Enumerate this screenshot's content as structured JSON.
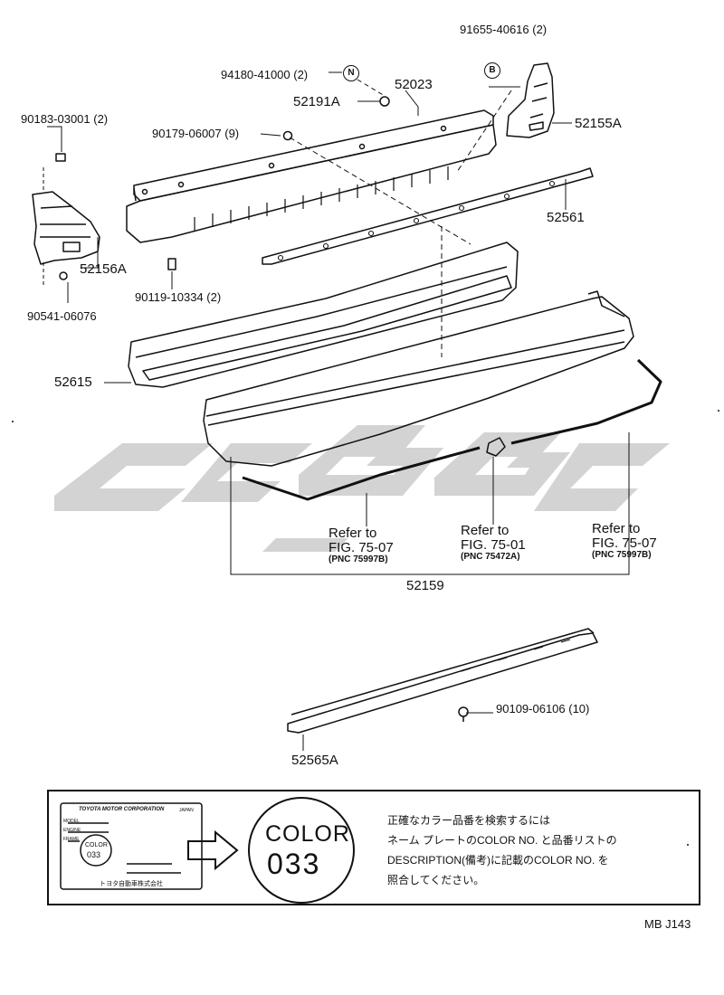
{
  "parts": {
    "p91655": "91655-40616 (2)",
    "p94180": "94180-41000 (2)",
    "p52023": "52023",
    "p52191A": "52191A",
    "p90183": "90183-03001 (2)",
    "p90179": "90179-06007 (9)",
    "p52155A": "52155A",
    "p52561": "52561",
    "p52156A": "52156A",
    "p90119": "90119-10334 (2)",
    "p90541": "90541-06076",
    "p52615": "52615",
    "p52159": "52159",
    "p90109": "90109-06106 (10)",
    "p52565A": "52565A"
  },
  "callouts": {
    "n": "N",
    "b": "B"
  },
  "refs": [
    {
      "l1": "Refer to",
      "l2": "FIG. 75-07",
      "l3": "(PNC 75997B)"
    },
    {
      "l1": "Refer to",
      "l2": "FIG. 75-01",
      "l3": "(PNC 75472A)"
    },
    {
      "l1": "Refer to",
      "l2": "FIG. 75-07",
      "l3": "(PNC 75997B)"
    }
  ],
  "color_plate": {
    "maker": "TOYOTA MOTOR CORPORATION",
    "country": "JAPAN",
    "field_model": "MODEL",
    "field_engine": "ENGINE",
    "field_frame": "FRAME",
    "plate_color_word": "COLOR",
    "plate_color_code": "033",
    "company_jp": "トヨタ自動車株式会社",
    "big_color_word": "COLOR",
    "big_color_code": "033"
  },
  "note": {
    "line1": "正確なカラー品番を検索するには",
    "line2": "ネーム プレートのCOLOR NO. と品番リストの",
    "line3": "DESCRIPTION(備考)に記載のCOLOR NO. を",
    "line4": "照合してください。"
  },
  "footer_code": "MB J143",
  "colors": {
    "ink": "#111111",
    "watermark": "#d0d0d0"
  }
}
